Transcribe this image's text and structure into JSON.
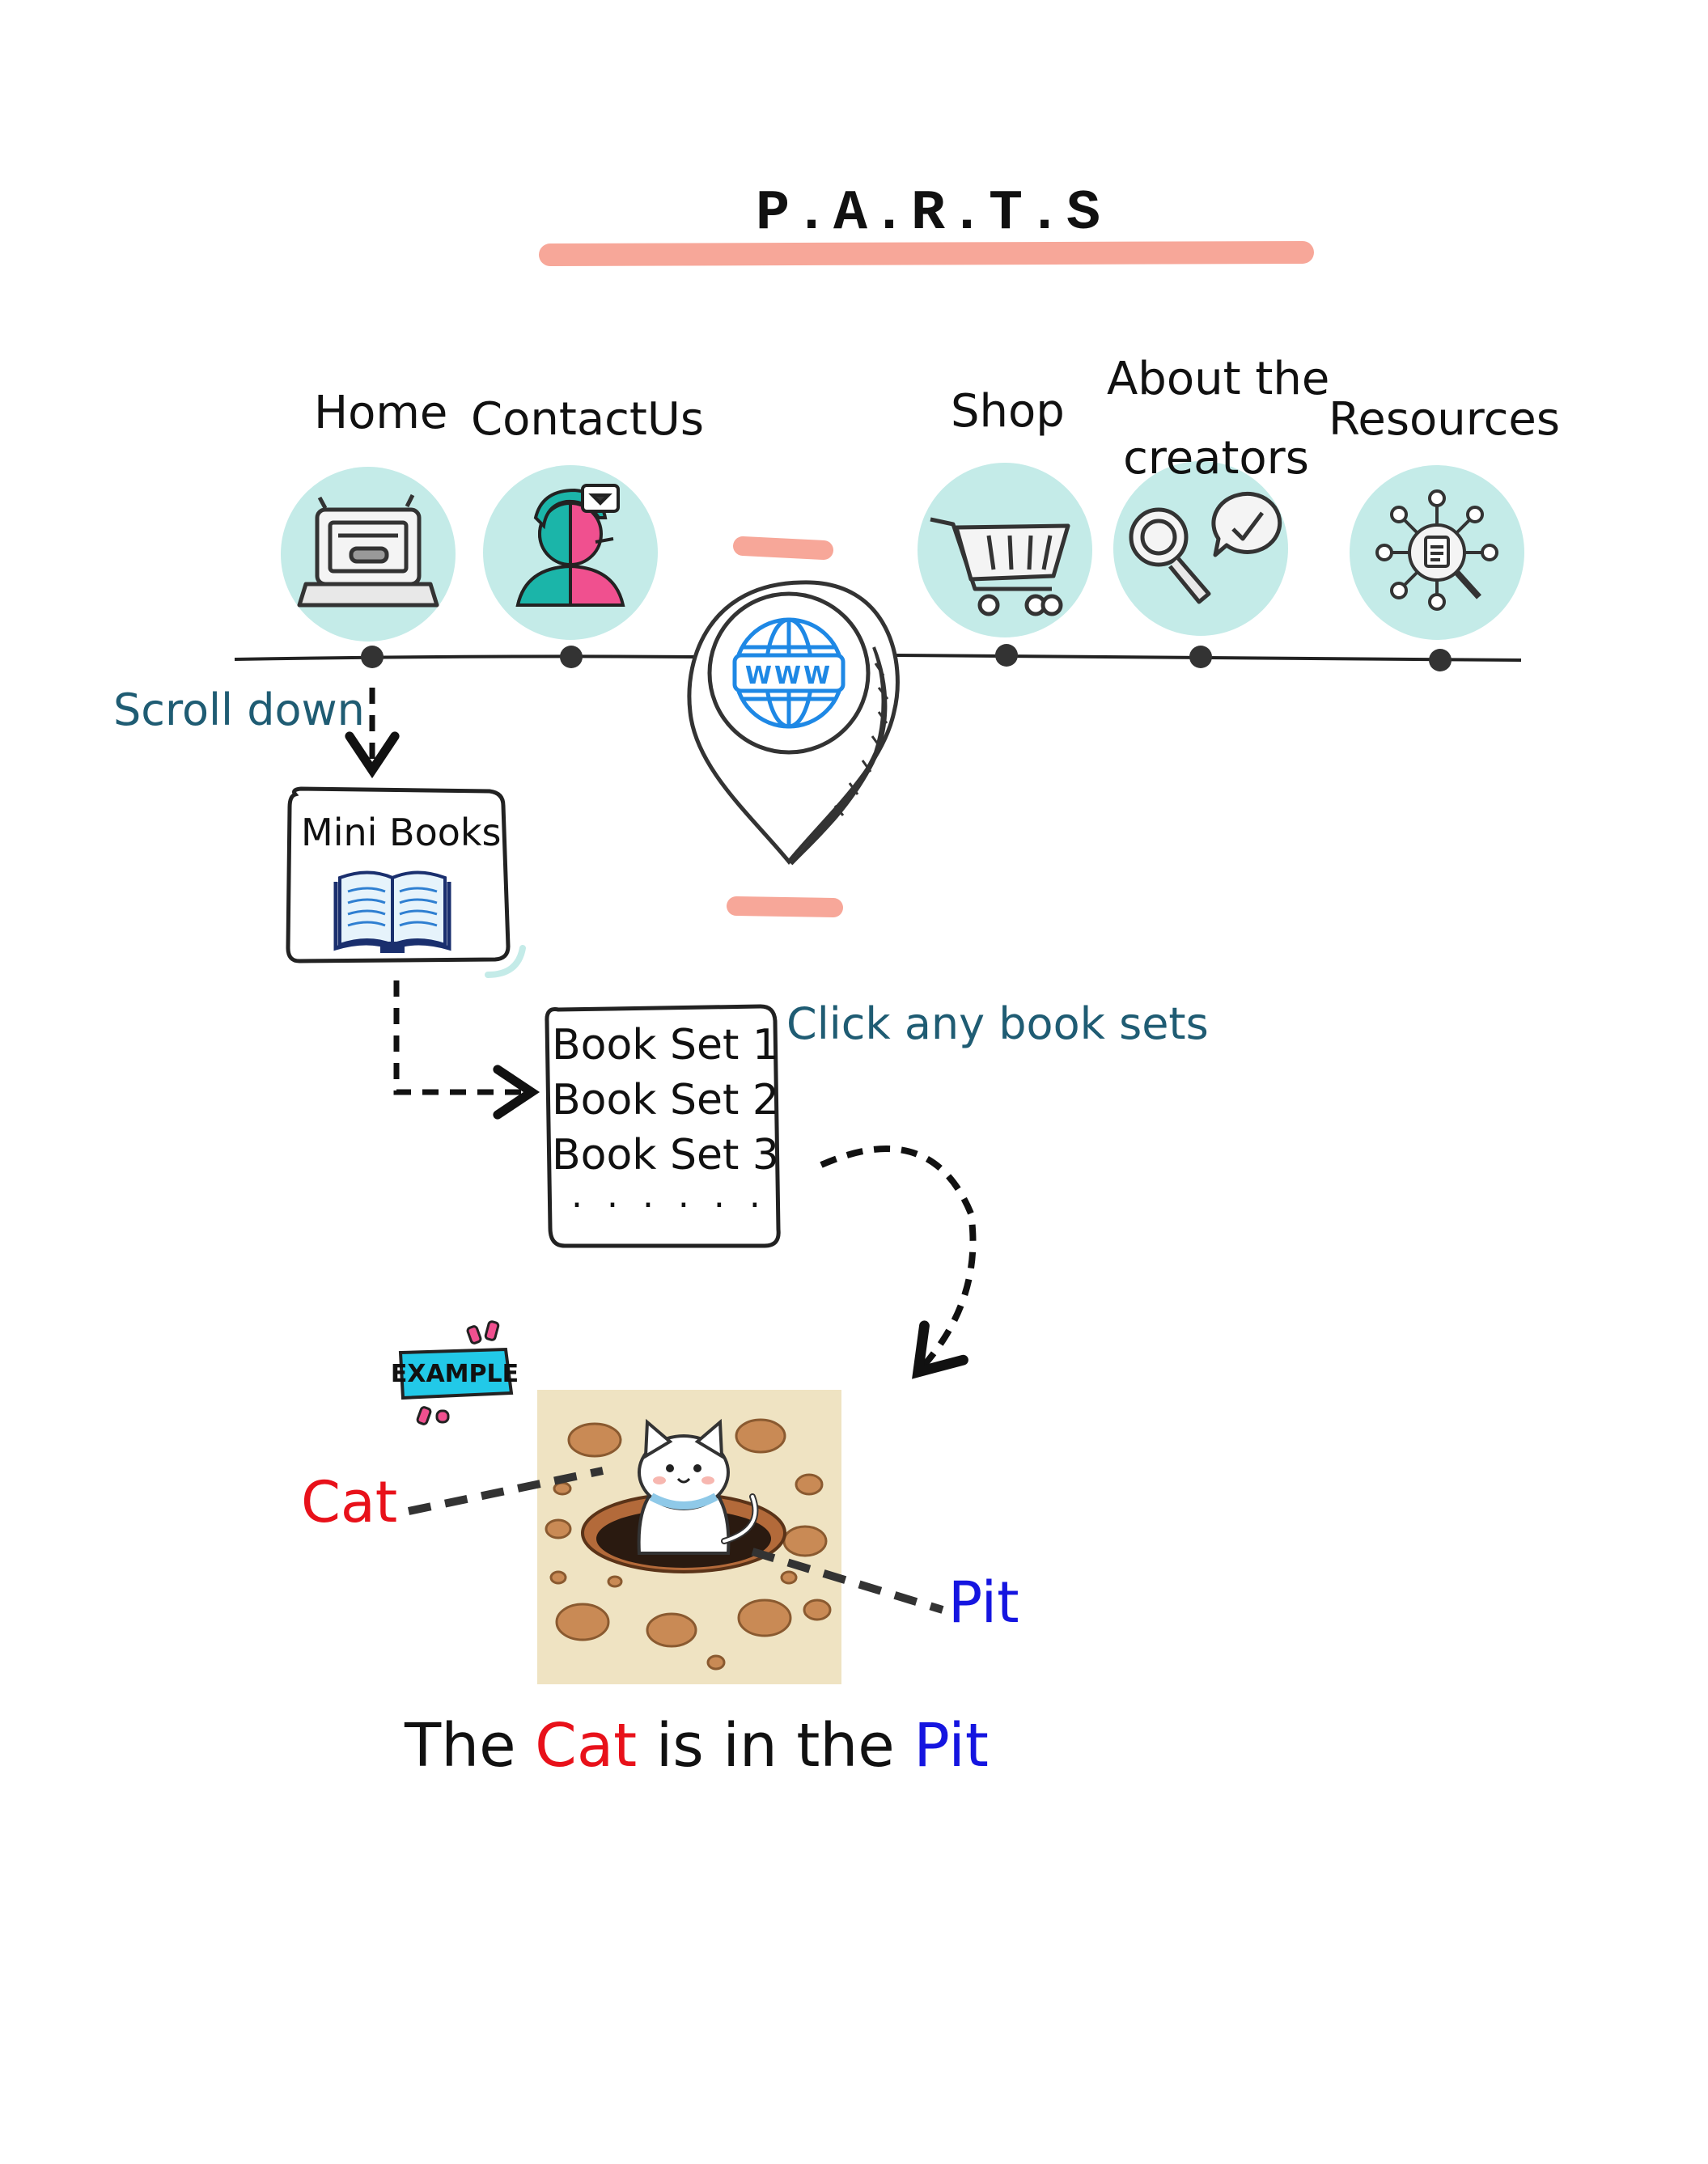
{
  "title": "P.A.R.T.S",
  "nav": {
    "home": "Home",
    "contact": "ContactUs",
    "shop": "Shop",
    "about_line1": "About the",
    "about_line2": "creators",
    "resources": "Resources"
  },
  "notes": {
    "scroll_down": "Scroll down",
    "click_sets": "Click any book sets"
  },
  "mini_books": {
    "label": "Mini Books"
  },
  "book_sets": {
    "items": [
      "Book Set 1",
      "Book Set 2",
      "Book Set 3"
    ],
    "more": ". . . . . ."
  },
  "example": {
    "badge": "EXAMPLE",
    "word_left": "Cat",
    "word_right": "Pit",
    "sentence": {
      "part1": "The ",
      "highlight1": "Cat",
      "part2": " is in the ",
      "highlight2": "Pit"
    }
  },
  "icons": {
    "home": "laptop-icon",
    "contact": "support-agent-icon",
    "center": "www-location-pin-icon",
    "shop": "shopping-cart-icon",
    "about": "magnifier-check-icon",
    "resources": "document-network-icon",
    "mini_books": "open-book-icon",
    "example_image": "cat-in-pit-illustration"
  },
  "colors": {
    "circle_fill": "#c4ebe8",
    "title_underline": "#f7a799",
    "note_text": "#1f5c73",
    "cat_red": "#e8111a",
    "pit_blue": "#1515e0"
  }
}
